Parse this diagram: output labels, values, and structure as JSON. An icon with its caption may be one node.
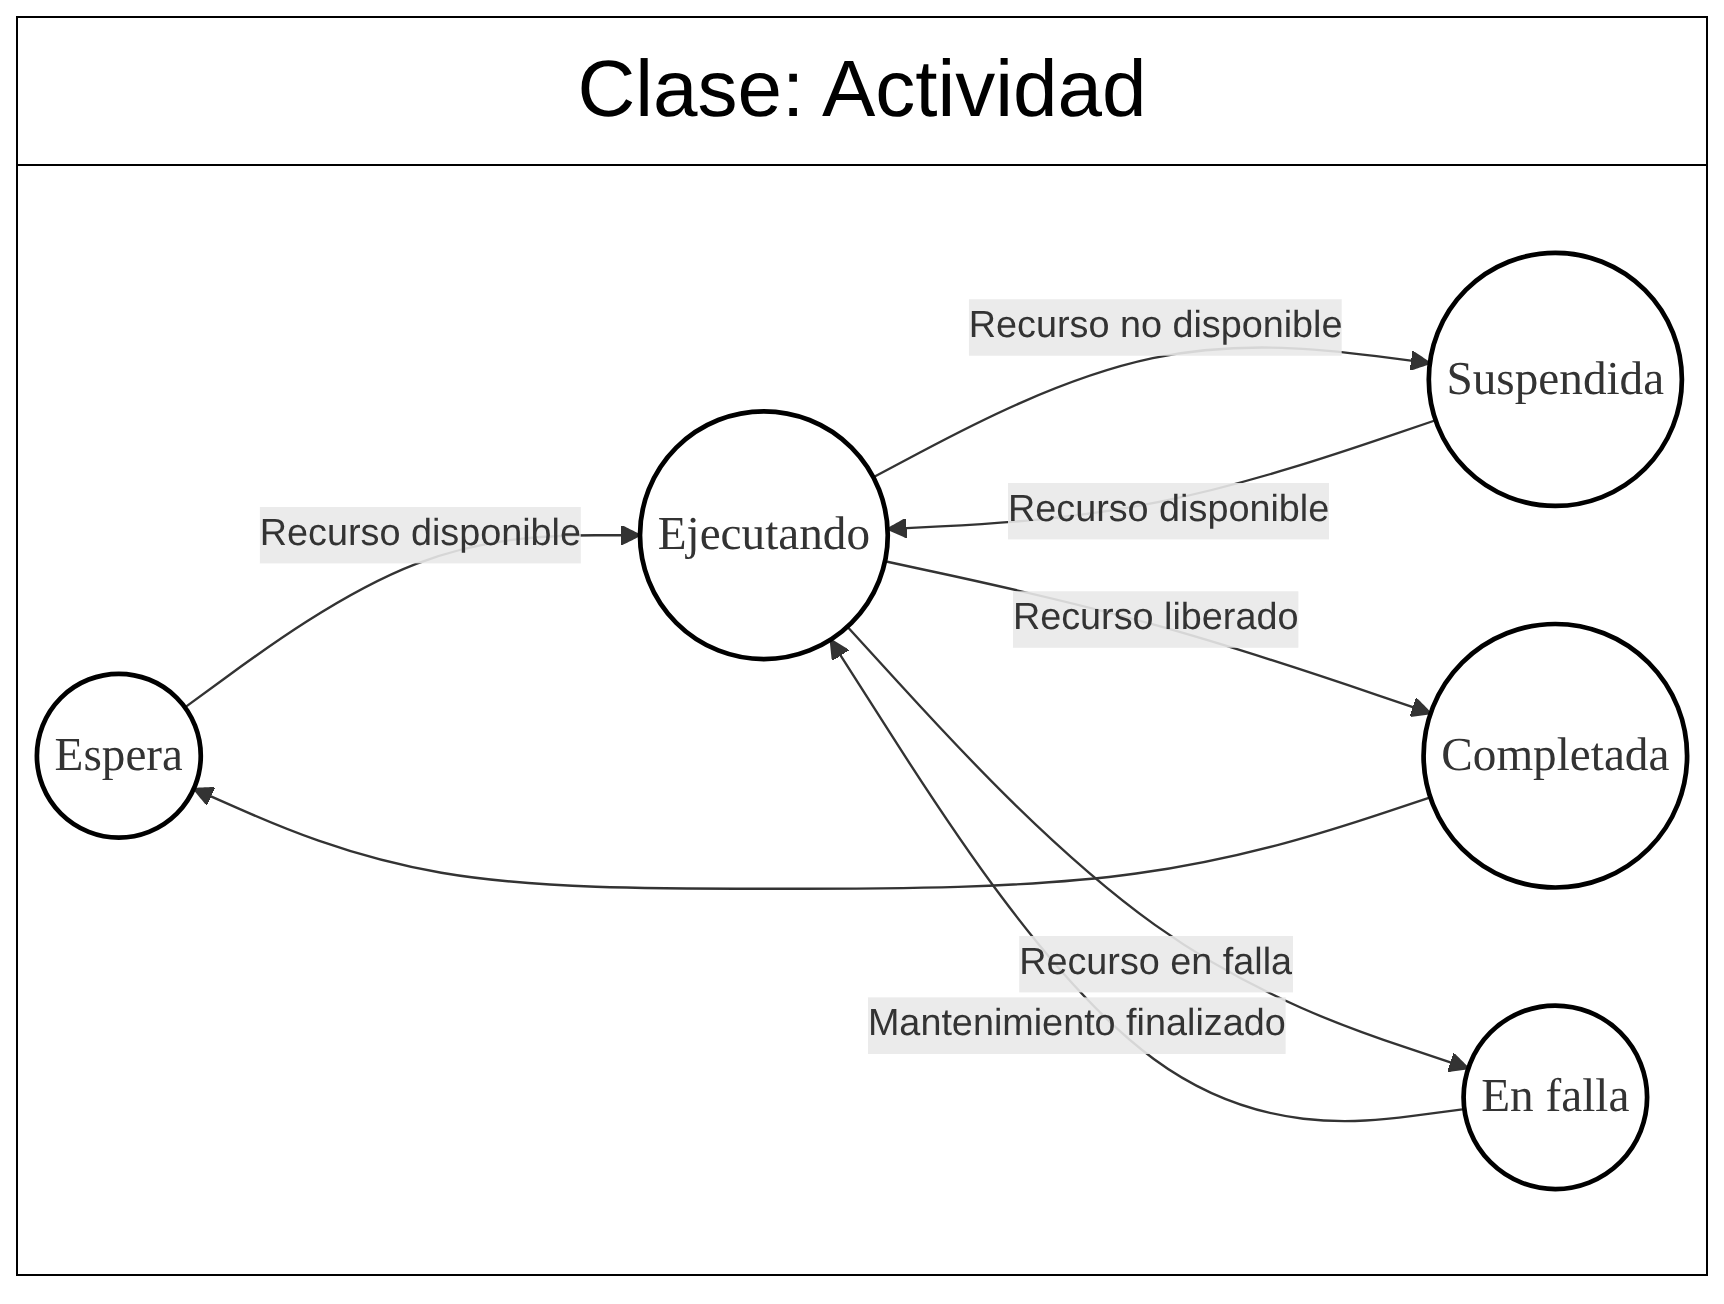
{
  "diagram": {
    "title": "Clase: Actividad",
    "nodes": [
      {
        "text": [
          "Espera"
        ]
      },
      {
        "text": [
          "Ejecutando"
        ]
      },
      {
        "text": [
          "Suspendida"
        ]
      },
      {
        "text": [
          "Completada"
        ]
      },
      {
        "text": [
          "En falla"
        ]
      }
    ],
    "edges": [
      {
        "from": 0,
        "to": 1,
        "arrow": "to",
        "label": "Recurso disponible"
      },
      {
        "from": 1,
        "to": 2,
        "arrow": "to",
        "label": "Recurso no disponible"
      },
      {
        "from": 2,
        "to": 1,
        "arrow": "to",
        "label": "Recurso disponible"
      },
      {
        "from": 1,
        "to": 3,
        "arrow": "to",
        "label": "Recurso liberado"
      },
      {
        "from": 3,
        "to": 0,
        "arrow": "to"
      },
      {
        "from": 1,
        "to": 4,
        "arrow": "to",
        "label": "Recurso en falla"
      },
      {
        "from": 4,
        "to": 1,
        "arrow": "to",
        "label": "Mantenimiento finalizado"
      }
    ]
  }
}
